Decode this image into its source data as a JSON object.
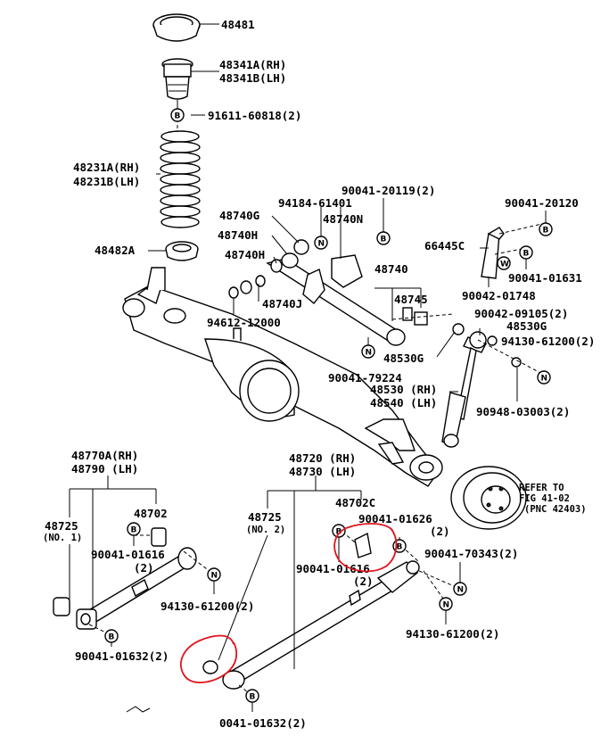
{
  "labels": {
    "p48481": "48481",
    "p48341a": "48341A(RH)",
    "p48341b": "48341B(LH)",
    "p91611": "91611-60818(2)",
    "p48231a": "48231A(RH)",
    "p48231b": "48231B(LH)",
    "p48482a": "48482A",
    "p90041_20119": "90041-20119(2)",
    "p94184": "94184-61401",
    "p48740g": "48740G",
    "p48740n": "48740N",
    "p48740h1": "48740H",
    "p48740h2": "48740H",
    "p48740j": "48740J",
    "p48740": "48740",
    "p48745": "48745",
    "p94612": "94612-12000",
    "p90041_79224": "90041-79224",
    "p48530g_a": "48530G",
    "p48530g_b": "48530G",
    "p48530": "48530 (RH)",
    "p48540": "48540 (LH)",
    "p90041_20120": "90041-20120",
    "p66445c": "66445C",
    "p90041_01631": "90041-01631",
    "p90042_01748": "90042-01748",
    "p90042_09105": "90042-09105(2)",
    "p94130_61200_a": "94130-61200(2)",
    "p90948": "90948-03003(2)",
    "p48770a": "48770A(RH)",
    "p48790": "48790   (LH)",
    "p48725_a": "48725",
    "p48725_a_sub": "(NO. 1)",
    "p48702": "48702",
    "p90041_01616_a": "90041-01616",
    "p90041_01616_a_q": "(2)",
    "p94130_61200_b": "94130-61200(2)",
    "p90041_01632_a": "90041-01632(2)",
    "p48720": "48720 (RH)",
    "p48730": "48730 (LH)",
    "p48725_b": "48725",
    "p48725_b_sub": "(NO. 2)",
    "p48702c": "48702C",
    "p90041_01626": "90041-01626",
    "p90041_01626_q": "(2)",
    "p90041_01616_b": "90041-01616",
    "p90041_01616_b_q": "(2)",
    "p90041_70343": "90041-70343(2)",
    "p94130_61200_c": "94130-61200(2)",
    "p90041_01632_b": "0041-01632(2)",
    "refer1": "REFER TO",
    "refer2": "FIG 41-02",
    "refer3": "(PNC 42403)"
  },
  "callouts": {
    "b": "B",
    "n": "N",
    "w": "W"
  },
  "highlight_color": "#e0141e"
}
